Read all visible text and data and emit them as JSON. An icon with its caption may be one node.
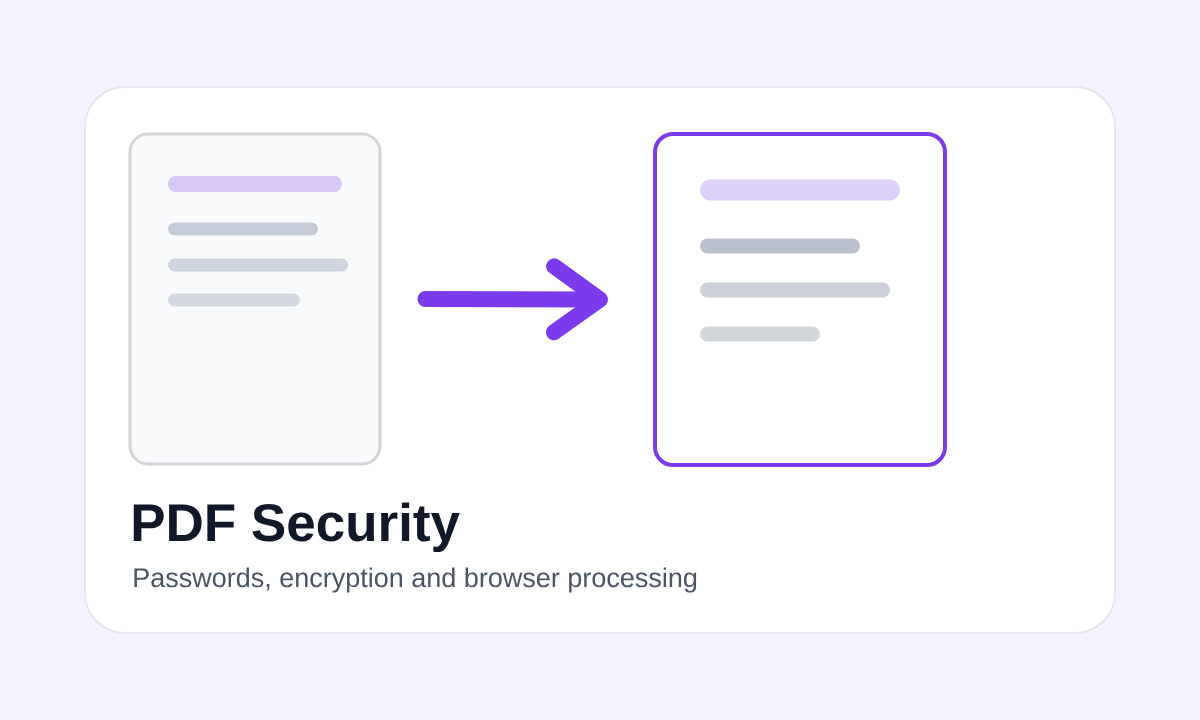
{
  "diagram": {
    "title": "PDF Security",
    "caption": "Passwords, encryption and browser processing",
    "nodes": [
      {
        "text": [],
        "shape": "document"
      },
      {
        "text": [],
        "shape": "document"
      }
    ],
    "edges": [
      {
        "from": 0,
        "to": 1,
        "arrow": "to"
      }
    ]
  }
}
